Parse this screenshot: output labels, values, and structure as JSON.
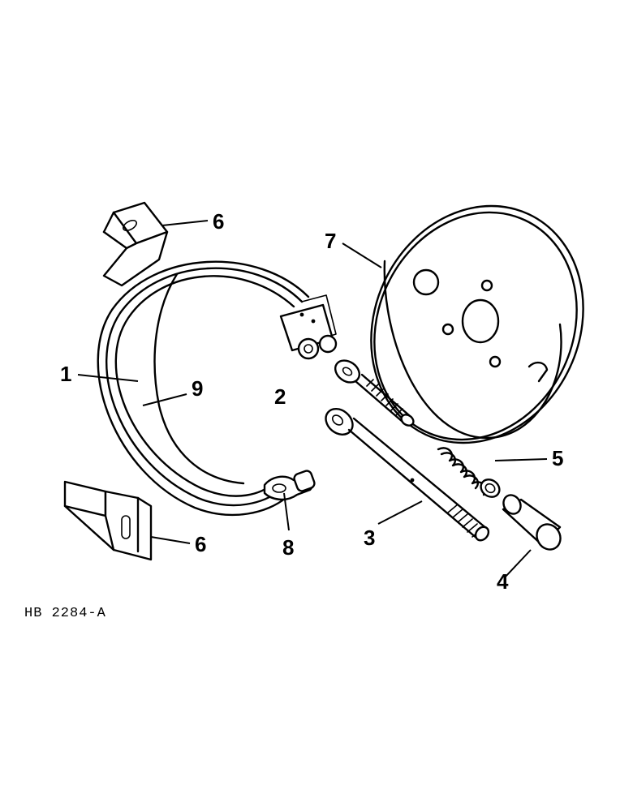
{
  "drawing_code": "HB 2284-A",
  "callouts": {
    "c1": "1",
    "c2": "2",
    "c3": "3",
    "c4": "4",
    "c5": "5",
    "c6a": "6",
    "c6b": "6",
    "c7": "7",
    "c8": "8",
    "c9": "9"
  }
}
